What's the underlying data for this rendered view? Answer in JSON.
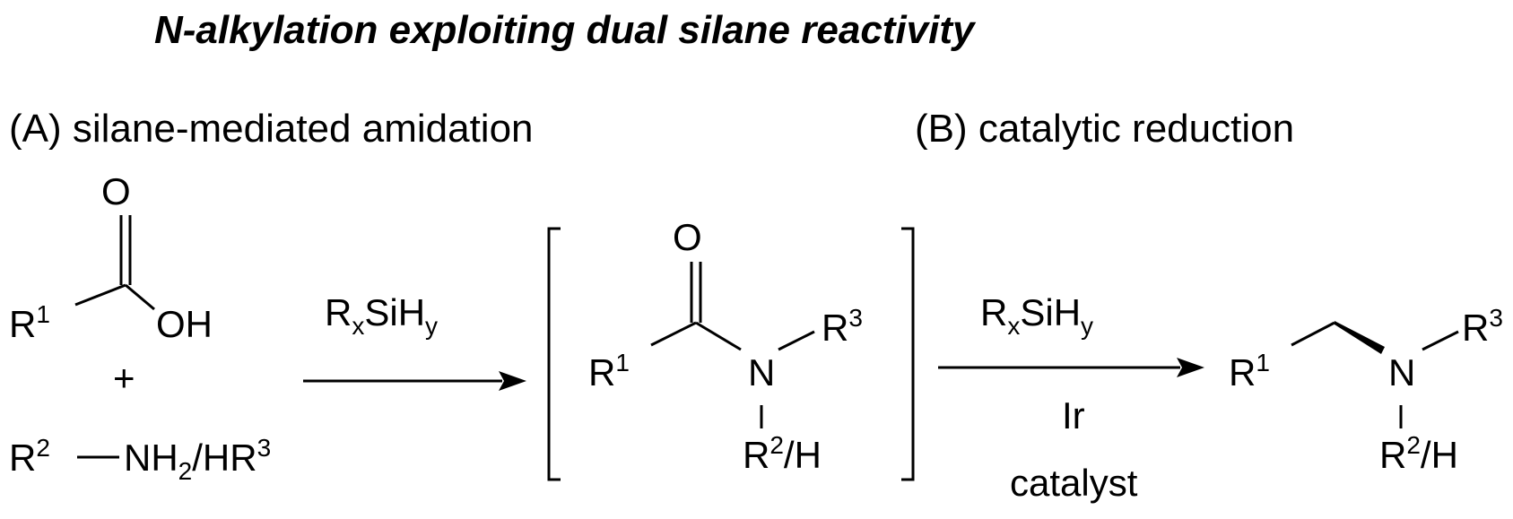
{
  "title": "N-alkylation exploiting dual silane reactivity",
  "section_a": "(A) silane-mediated amidation",
  "section_b": "(B) catalytic reduction",
  "acid": {
    "oxygen_top": "O",
    "r_label": "R",
    "r_sup": "1",
    "oh": "OH"
  },
  "plus": "+",
  "amine": {
    "r_label": "R",
    "r_sup": "2",
    "nh_text": "NH",
    "nh_sub": "2",
    "hr_text": "/HR",
    "hr_sup": "3"
  },
  "arrow1": {
    "reagent_r": "R",
    "reagent_x": "x",
    "reagent_si": "SiH",
    "reagent_y": "y"
  },
  "amide": {
    "oxygen": "O",
    "r1": "R",
    "r1_sup": "1",
    "n": "N",
    "r3": "R",
    "r3_sup": "3",
    "r2": "R",
    "r2_sup": "2",
    "r2_suffix": "/H"
  },
  "arrow2": {
    "reagent_r": "R",
    "reagent_x": "x",
    "reagent_si": "SiH",
    "reagent_y": "y",
    "catalyst_line1": "Ir",
    "catalyst_line2": "catalyst"
  },
  "amine_product": {
    "r1": "R",
    "r1_sup": "1",
    "n": "N",
    "r3": "R",
    "r3_sup": "3",
    "r2": "R",
    "r2_sup": "2",
    "r2_suffix": "/H"
  }
}
